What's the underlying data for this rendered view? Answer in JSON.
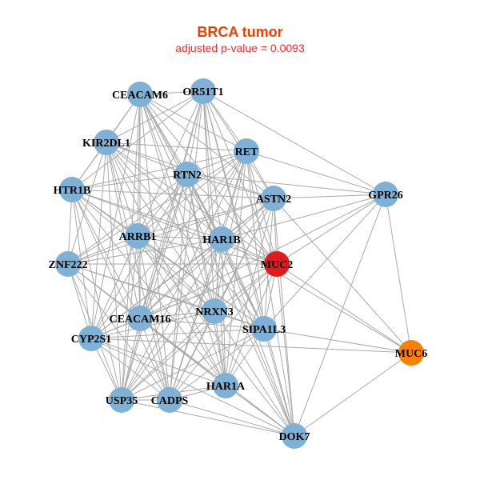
{
  "title": "BRCA tumor",
  "subtitle": "adjusted p-value = 0.0093",
  "colors": {
    "default": "#7EB1D5",
    "highlight": "#E31A1C",
    "secondary": "#FF7F00",
    "edge": "#AAAAAA"
  },
  "nodes": [
    {
      "label": "CEACAM6",
      "color": "#7EB1D5"
    },
    {
      "label": "OR51T1",
      "color": "#7EB1D5"
    },
    {
      "label": "KIR2DL1",
      "color": "#7EB1D5"
    },
    {
      "label": "RET",
      "color": "#7EB1D5"
    },
    {
      "label": "RTN2",
      "color": "#7EB1D5"
    },
    {
      "label": "HTR1B",
      "color": "#7EB1D5"
    },
    {
      "label": "ASTN2",
      "color": "#7EB1D5"
    },
    {
      "label": "GPR26",
      "color": "#7EB1D5"
    },
    {
      "label": "ARRB1",
      "color": "#7EB1D5"
    },
    {
      "label": "HAR1B",
      "color": "#7EB1D5"
    },
    {
      "label": "ZNF222",
      "color": "#7EB1D5"
    },
    {
      "label": "MUC2",
      "color": "#E31A1C"
    },
    {
      "label": "CEACAM16",
      "color": "#7EB1D5"
    },
    {
      "label": "NRXN3",
      "color": "#7EB1D5"
    },
    {
      "label": "CYP2S1",
      "color": "#7EB1D5"
    },
    {
      "label": "SIPA1L3",
      "color": "#7EB1D5"
    },
    {
      "label": "MUC6",
      "color": "#FF7F00"
    },
    {
      "label": "HAR1A",
      "color": "#7EB1D5"
    },
    {
      "label": "USP35",
      "color": "#7EB1D5"
    },
    {
      "label": "CADPS",
      "color": "#7EB1D5"
    },
    {
      "label": "DOK7",
      "color": "#7EB1D5"
    }
  ],
  "adjacency": {
    "0": [
      1,
      2,
      3,
      4,
      5,
      6,
      8,
      9,
      11,
      12,
      13,
      14,
      15,
      17,
      18,
      19,
      20
    ],
    "1": [
      2,
      3,
      4,
      5,
      6,
      7,
      8,
      9,
      11,
      12,
      13,
      15,
      17,
      18,
      19,
      20
    ],
    "2": [
      3,
      4,
      5,
      6,
      8,
      9,
      10,
      11,
      12,
      13,
      14,
      15,
      17,
      18,
      19
    ],
    "3": [
      4,
      5,
      6,
      7,
      8,
      9,
      10,
      11,
      12,
      13,
      14,
      15,
      17,
      18,
      19,
      20
    ],
    "4": [
      5,
      6,
      7,
      8,
      9,
      10,
      11,
      12,
      13,
      14,
      15,
      17,
      18,
      19,
      20
    ],
    "5": [
      6,
      8,
      9,
      10,
      11,
      12,
      13,
      14,
      15,
      17,
      18,
      19
    ],
    "6": [
      7,
      8,
      9,
      10,
      11,
      12,
      13,
      14,
      15,
      16,
      17,
      18,
      19,
      20
    ],
    "7": [
      9,
      11,
      12,
      15,
      16,
      20
    ],
    "8": [
      9,
      10,
      11,
      12,
      13,
      14,
      15,
      17,
      18,
      19,
      20
    ],
    "9": [
      10,
      11,
      12,
      13,
      14,
      15,
      16,
      17,
      18,
      19,
      20
    ],
    "10": [
      11,
      12,
      13,
      14,
      15,
      17,
      18,
      19,
      20
    ],
    "11": [
      12,
      13,
      14,
      15,
      16,
      17,
      18,
      19,
      20
    ],
    "12": [
      13,
      14,
      15,
      17,
      18,
      19,
      20
    ],
    "13": [
      14,
      15,
      17,
      18,
      19,
      20
    ],
    "14": [
      15,
      16,
      17,
      18,
      19,
      20
    ],
    "15": [
      16,
      17,
      18,
      19,
      20
    ],
    "16": [
      20
    ],
    "17": [
      18,
      19,
      20
    ],
    "18": [
      19,
      20
    ],
    "19": [
      20
    ]
  }
}
